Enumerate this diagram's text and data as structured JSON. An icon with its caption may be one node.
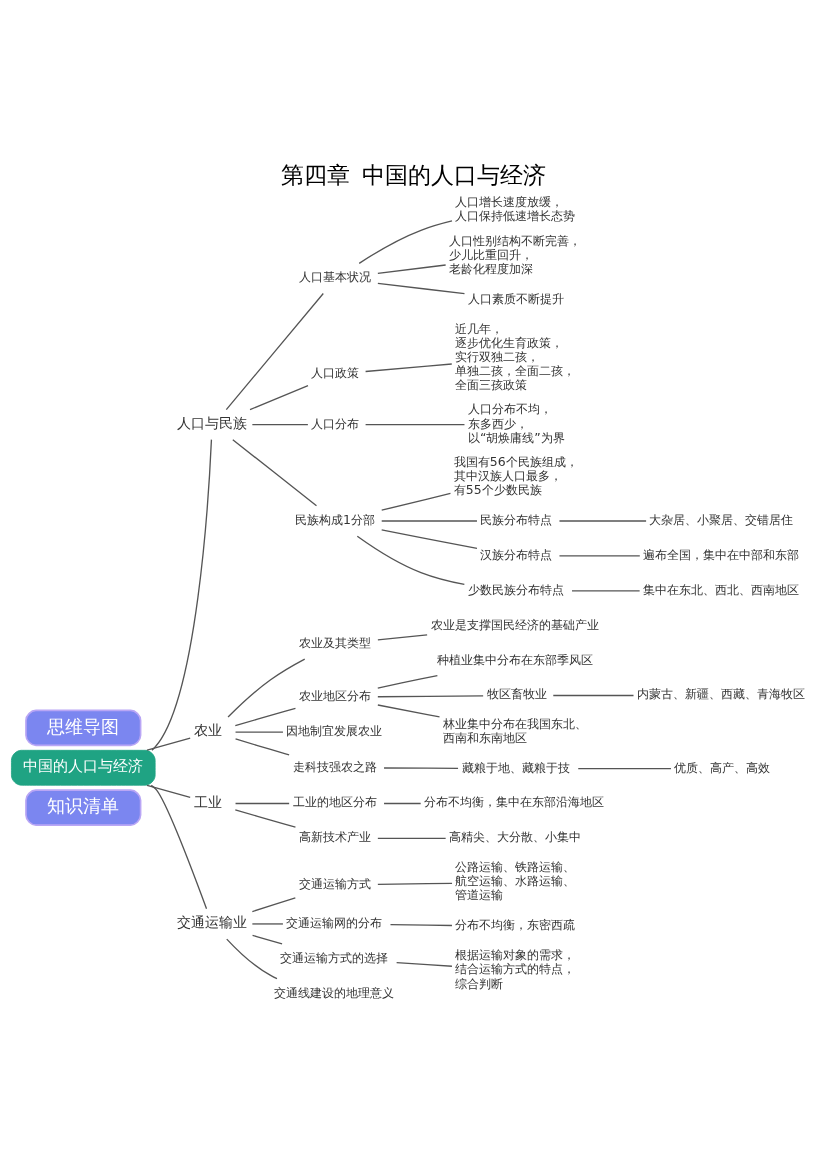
{
  "diagram": {
    "title": "第四章  中国的人口与经济",
    "nodes": [
      {
        "text": [
          "思维导图"
        ]
      },
      {
        "text": [
          "中国的人口与经济"
        ]
      },
      {
        "text": [
          "人口与民族"
        ]
      },
      {
        "text": [
          "人口基本状况"
        ]
      },
      {
        "text": [
          "人口增长速度放缓，人口保持低速增长态势"
        ]
      },
      {
        "text": [
          "人口性别结构不断完善，少儿比重回升，老龄化程度加深"
        ]
      },
      {
        "text": [
          "人口素质不断提升"
        ]
      },
      {
        "text": [
          "人口政策"
        ]
      },
      {
        "text": [
          "近几年，逐步优化生育政策，实行双独二孩，单独二孩，全面二孩，全面三孩政策"
        ]
      },
      {
        "text": [
          "人口分布"
        ]
      },
      {
        "text": [
          "人口分布不均，东多西少，以“胡焕庸线”为界"
        ]
      },
      {
        "text": [
          "民族构成1分部"
        ]
      },
      {
        "text": [
          "我国有56个民族组成，其中汉族人口最多，有55个少数民族"
        ]
      },
      {
        "text": [
          "民族分布特点"
        ]
      },
      {
        "text": [
          "大杂居、小聚居、交错居住"
        ]
      },
      {
        "text": [
          "汉族分布特点"
        ]
      },
      {
        "text": [
          "遍布全国，集中在中部和东部"
        ]
      },
      {
        "text": [
          "少数民族分布特点"
        ]
      },
      {
        "text": [
          "集中在东北、西北、西南地区"
        ]
      },
      {
        "text": [
          "农业"
        ]
      },
      {
        "text": [
          "农业及其类型"
        ]
      },
      {
        "text": [
          "农业是支撑国民经济的基础产业"
        ]
      },
      {
        "text": [
          "农业地区分布"
        ]
      },
      {
        "text": [
          "种植业集中分布在东部季风区"
        ]
      },
      {
        "text": [
          "牧区畜牧业"
        ]
      },
      {
        "text": [
          "内蒙古、新疆、西藏、青海牧区"
        ]
      },
      {
        "text": [
          "林业集中分布在我国东北、西南和东南地区"
        ]
      },
      {
        "text": [
          "因地制宜发展农业"
        ]
      },
      {
        "text": [
          "走科技强农之路"
        ]
      },
      {
        "text": [
          "藏粮于地、藏粮于技"
        ]
      },
      {
        "text": [
          "优质、高产、高效"
        ]
      },
      {
        "text": [
          "工业"
        ]
      },
      {
        "text": [
          "工业的地区分布"
        ]
      },
      {
        "text": [
          "分布不均衡，集中在东部沿海地区"
        ]
      },
      {
        "text": [
          "高新技术产业"
        ]
      },
      {
        "text": [
          "高精尖、大分散、小集中"
        ]
      },
      {
        "text": [
          "交通运输业"
        ]
      },
      {
        "text": [
          "交通运输方式"
        ]
      },
      {
        "text": [
          "公路运输、铁路运输、航空运输、水路运输、管道运输"
        ]
      },
      {
        "text": [
          "交通运输网的分布"
        ]
      },
      {
        "text": [
          "分布不均衡，东密西疏"
        ]
      },
      {
        "text": [
          "交通运输方式的选择"
        ]
      },
      {
        "text": [
          "根据运输对象的需求，结合运输方式的特点，综合判断"
        ]
      },
      {
        "text": [
          "交通线建设的地理意义"
        ]
      },
      {
        "text": [
          "知识清单"
        ]
      }
    ],
    "edges": [
      {
        "from": 1,
        "to": 2,
        "arrow": "none"
      },
      {
        "from": 1,
        "to": 19,
        "arrow": "none"
      },
      {
        "from": 1,
        "to": 31,
        "arrow": "none"
      },
      {
        "from": 1,
        "to": 36,
        "arrow": "none"
      },
      {
        "from": 2,
        "to": 3,
        "arrow": "none"
      },
      {
        "from": 2,
        "to": 7,
        "arrow": "none"
      },
      {
        "from": 2,
        "to": 9,
        "arrow": "none"
      },
      {
        "from": 2,
        "to": 11,
        "arrow": "none"
      },
      {
        "from": 3,
        "to": 4,
        "arrow": "none"
      },
      {
        "from": 3,
        "to": 5,
        "arrow": "none"
      },
      {
        "from": 3,
        "to": 6,
        "arrow": "none"
      },
      {
        "from": 7,
        "to": 8,
        "arrow": "none"
      },
      {
        "from": 9,
        "to": 10,
        "arrow": "none"
      },
      {
        "from": 11,
        "to": 12,
        "arrow": "none"
      },
      {
        "from": 11,
        "to": 13,
        "arrow": "none"
      },
      {
        "from": 11,
        "to": 15,
        "arrow": "none"
      },
      {
        "from": 11,
        "to": 17,
        "arrow": "none"
      },
      {
        "from": 13,
        "to": 14,
        "arrow": "none"
      },
      {
        "from": 15,
        "to": 16,
        "arrow": "none"
      },
      {
        "from": 17,
        "to": 18,
        "arrow": "none"
      },
      {
        "from": 19,
        "to": 20,
        "arrow": "none"
      },
      {
        "from": 19,
        "to": 22,
        "arrow": "none"
      },
      {
        "from": 19,
        "to": 27,
        "arrow": "none"
      },
      {
        "from": 19,
        "to": 28,
        "arrow": "none"
      },
      {
        "from": 20,
        "to": 21,
        "arrow": "none"
      },
      {
        "from": 22,
        "to": 23,
        "arrow": "none"
      },
      {
        "from": 22,
        "to": 24,
        "arrow": "none"
      },
      {
        "from": 22,
        "to": 26,
        "arrow": "none"
      },
      {
        "from": 24,
        "to": 25,
        "arrow": "none"
      },
      {
        "from": 28,
        "to": 29,
        "arrow": "none"
      },
      {
        "from": 29,
        "to": 30,
        "arrow": "none"
      },
      {
        "from": 31,
        "to": 32,
        "arrow": "none"
      },
      {
        "from": 31,
        "to": 34,
        "arrow": "none"
      },
      {
        "from": 32,
        "to": 33,
        "arrow": "none"
      },
      {
        "from": 34,
        "to": 35,
        "arrow": "none"
      },
      {
        "from": 36,
        "to": 37,
        "arrow": "none"
      },
      {
        "from": 36,
        "to": 39,
        "arrow": "none"
      },
      {
        "from": 36,
        "to": 41,
        "arrow": "none"
      },
      {
        "from": 36,
        "to": 43,
        "arrow": "none"
      },
      {
        "from": 37,
        "to": 38,
        "arrow": "none"
      },
      {
        "from": 39,
        "to": 40,
        "arrow": "none"
      },
      {
        "from": 41,
        "to": 42,
        "arrow": "none"
      }
    ]
  }
}
